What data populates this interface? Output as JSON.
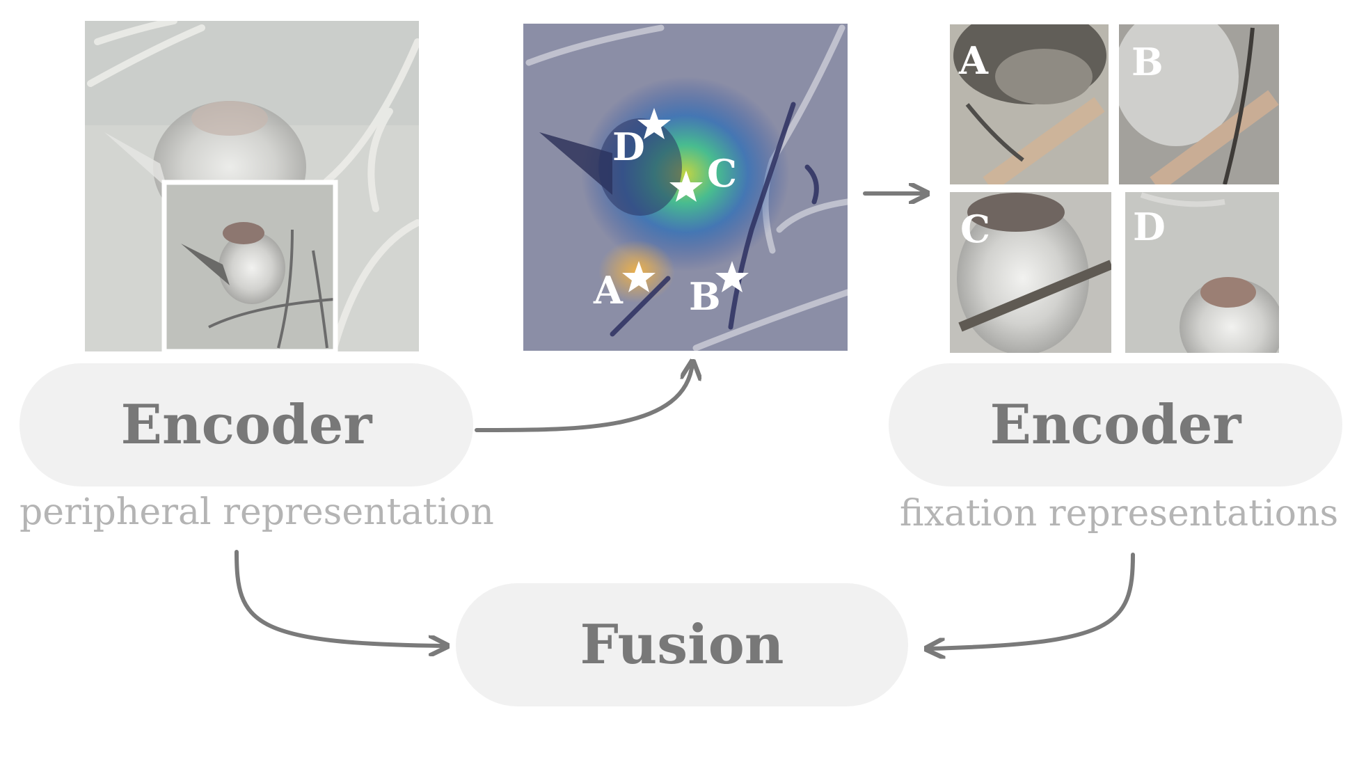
{
  "encoder_left": {
    "label": "Encoder",
    "caption": "peripheral representation"
  },
  "encoder_right": {
    "label": "Encoder",
    "caption": "fixation representations"
  },
  "fusion": {
    "label": "Fusion"
  },
  "fixation_points": [
    "A",
    "B",
    "C",
    "D"
  ],
  "crop_labels": [
    "A",
    "B",
    "C",
    "D"
  ],
  "colors": {
    "pill_bg": "#f1f1f1",
    "pill_text": "#787878",
    "caption_text": "#b4b4b4",
    "arrow": "#7a7a7a"
  }
}
